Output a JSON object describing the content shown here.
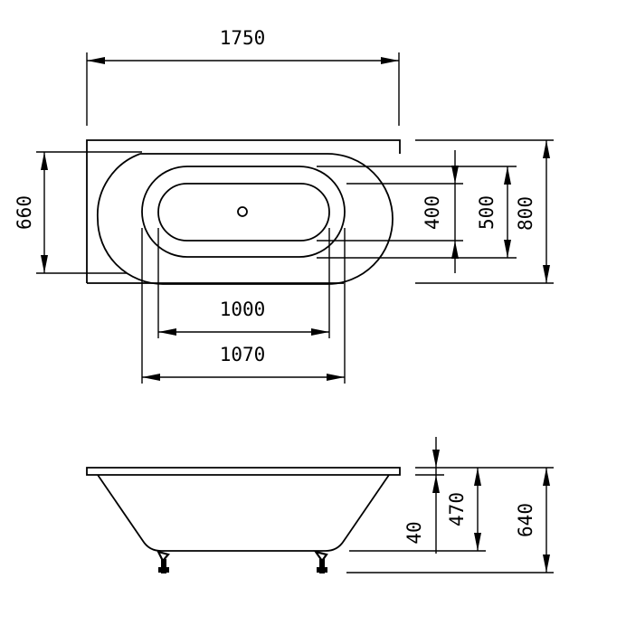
{
  "top_view": {
    "dim_length": "1750",
    "dim_width_total": "800",
    "dim_width_inner_rim": "660",
    "dim_basin_outer_width": "500",
    "dim_basin_inner_width": "400",
    "dim_basin_inner_length": "1000",
    "dim_basin_outer_length": "1070"
  },
  "side_view": {
    "dim_rim_thickness": "40",
    "dim_depth": "470",
    "dim_total_height": "640"
  }
}
